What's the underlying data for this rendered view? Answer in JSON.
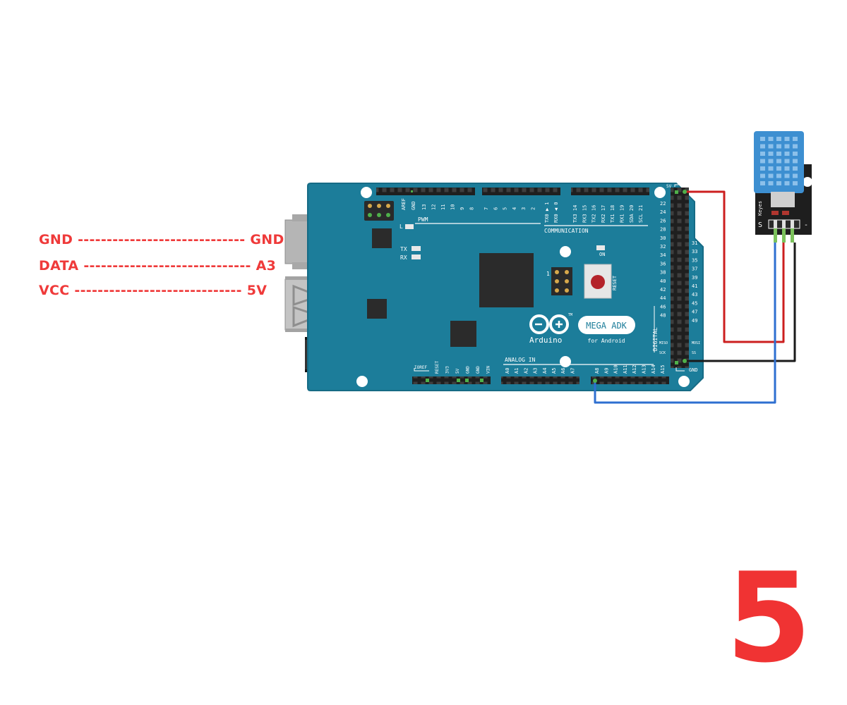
{
  "legend": [
    {
      "name": "GND",
      "dashes": "-----------------------------",
      "pin": "GND"
    },
    {
      "name": "DATA",
      "dashes": "-----------------------------",
      "pin": "A3"
    },
    {
      "name": "VCC",
      "dashes": "-----------------------------",
      "pin": "5V"
    }
  ],
  "step_number": "5",
  "board": {
    "logo_text": "Arduino",
    "model_badge": "MEGA ADK",
    "model_sub": "for Android",
    "tm": "TM",
    "labels": {
      "aref": "AREF",
      "gnd_top": "GND",
      "pwm": "PWM",
      "l": "L",
      "tx": "TX",
      "rx": "RX",
      "on": "ON",
      "reset_btn": "RESET",
      "icsp_1": "1",
      "communication": "COMMUNICATION",
      "analog_in": "ANALOG IN",
      "digital": "DIGITAL",
      "five_v": "5V",
      "gnd_right": "GND",
      "miso": "MISO",
      "mosi": "MOSI",
      "sck": "SCK",
      "ss": "SS"
    },
    "pwm_pins": [
      "13",
      "12",
      "11",
      "10",
      "9",
      "8"
    ],
    "pwm_pins_b": [
      "7",
      "6",
      "5",
      "4",
      "3",
      "2"
    ],
    "comm_pins": [
      "TX0 ▶ 1",
      "RX0 ◀ 0",
      "TX3 14",
      "RX3 15",
      "TX2 16",
      "RX2 17",
      "TX1 18",
      "RX1 19",
      "SDA 20",
      "SCL 21"
    ],
    "power_pins": [
      "IOREF",
      "RESET",
      "3V3",
      "5V",
      "GND",
      "GND",
      "VIN"
    ],
    "analog_pins": [
      "A0",
      "A1",
      "A2",
      "A3",
      "A4",
      "A5",
      "A6",
      "A7",
      "A8",
      "A9",
      "A10",
      "A11",
      "A12",
      "A13",
      "A14",
      "A15"
    ],
    "digital_left": [
      "22",
      "24",
      "26",
      "28",
      "30",
      "32",
      "34",
      "36",
      "38",
      "40",
      "42",
      "44",
      "46",
      "48"
    ],
    "digital_right": [
      "31",
      "33",
      "35",
      "37",
      "39",
      "41",
      "43",
      "45",
      "47",
      "49"
    ]
  },
  "sensor": {
    "brand": "Keyes",
    "pin_s": "S",
    "pin_minus": "-"
  },
  "colors": {
    "label_red": "#ef3a3a",
    "board_teal": "#1c7d9a",
    "board_edge": "#166b85",
    "sensor_blue": "#3d8fd1",
    "wire_red": "#cc1f1f",
    "wire_black": "#1a1a1a",
    "wire_blue": "#2e6fd0"
  }
}
